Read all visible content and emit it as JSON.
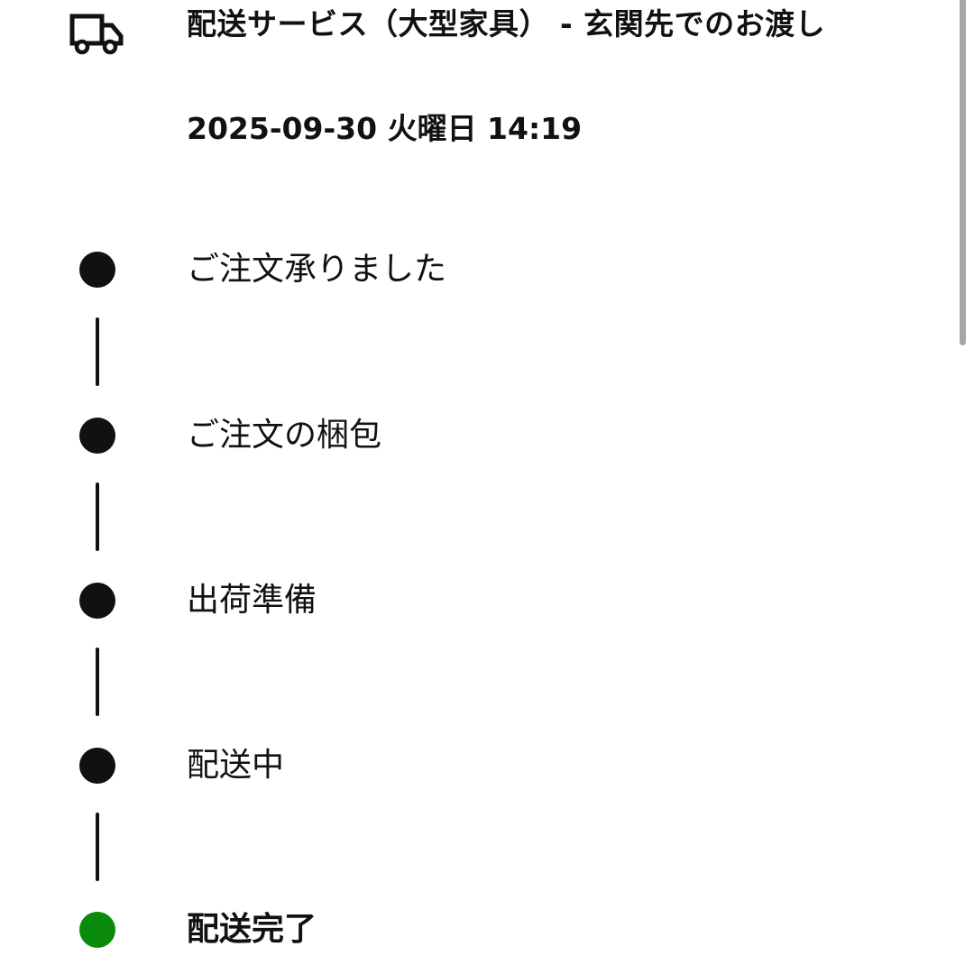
{
  "header": {
    "icon": "truck-icon",
    "title": "配送サービス（大型家具） - 玄関先でのお渡し",
    "datetime": "2025-09-30 火曜日 14:19"
  },
  "timeline": {
    "steps": [
      {
        "label": "ご注文承りました",
        "status": "completed"
      },
      {
        "label": "ご注文の梱包",
        "status": "completed"
      },
      {
        "label": "出荷準備",
        "status": "completed"
      },
      {
        "label": "配送中",
        "status": "completed"
      },
      {
        "label": "配送完了",
        "status": "current"
      }
    ],
    "colors": {
      "completed": "#111111",
      "current": "#0a8a0a"
    }
  }
}
